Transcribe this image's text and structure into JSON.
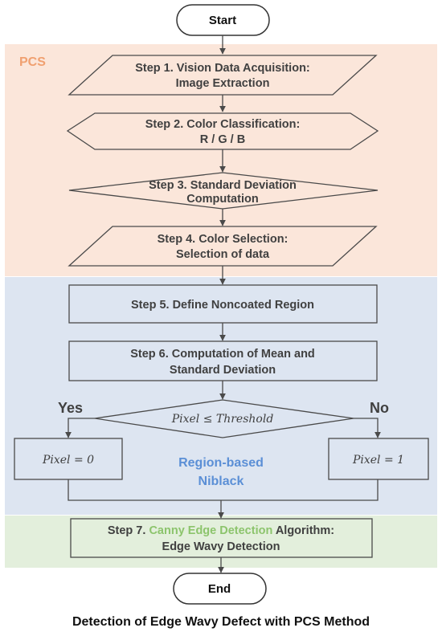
{
  "colors": {
    "pcs_region": "#fbe6da",
    "niblack_region": "#dde5f1",
    "canny_region": "#e3efdc",
    "pcs_label": "#f0a070",
    "niblack_label": "#5b8fd6",
    "canny_highlight": "#8cc46c",
    "stroke": "#4a4a4a",
    "text": "#404040"
  },
  "regions": {
    "pcs": "PCS",
    "niblack_line1": "Region-based",
    "niblack_line2": "Niblack"
  },
  "start": "Start",
  "end": "End",
  "step1": {
    "line1": "Step 1. Vision Data Acquisition:",
    "line2": "Image Extraction"
  },
  "step2": {
    "line1": "Step 2. Color Classification:",
    "line2": "R / G / B"
  },
  "step3": {
    "line1": "Step 3. Standard Deviation",
    "line2": "Computation"
  },
  "step4": {
    "line1": "Step 4. Color Selection:",
    "line2": "Selection of data"
  },
  "step5": {
    "line1": "Step 5. Define Noncoated Region"
  },
  "step6": {
    "line1": "Step 6. Computation of Mean and",
    "line2": "Standard Deviation"
  },
  "decision": {
    "condition": "Pixel ≤ Threshold",
    "yes": "Yes",
    "no": "No"
  },
  "yes_box": "Pixel = 0",
  "no_box": "Pixel = 1",
  "step7": {
    "prefix": "Step 7. ",
    "highlight": "Canny Edge Detection",
    "suffix": " Algorithm:",
    "line2": "Edge Wavy Detection"
  },
  "caption": "Detection of Edge Wavy Defect with PCS Method"
}
